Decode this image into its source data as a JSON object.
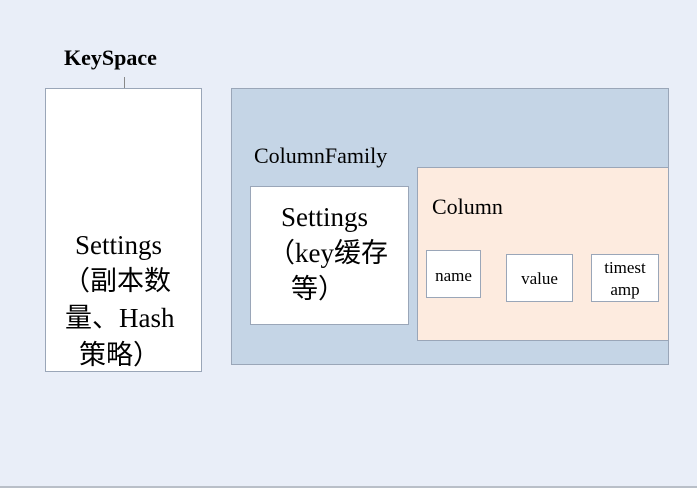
{
  "keyspace": {
    "title": "KeySpace",
    "settings_lines": [
      "Settings",
      "（副本数",
      "量、Hash",
      "策略）"
    ]
  },
  "column_family": {
    "title": "ColumnFamily",
    "settings_lines": [
      "Settings",
      "（key缓存",
      "等）"
    ]
  },
  "column": {
    "title": "Column",
    "fields": {
      "name": "name",
      "value": "value",
      "timestamp_line1": "timest",
      "timestamp_line2": "amp"
    }
  },
  "colors": {
    "background": "#e9eef8",
    "column_family_fill": "#c5d5e6",
    "column_fill": "#fdebdf",
    "box_border": "#9aa6b8"
  }
}
